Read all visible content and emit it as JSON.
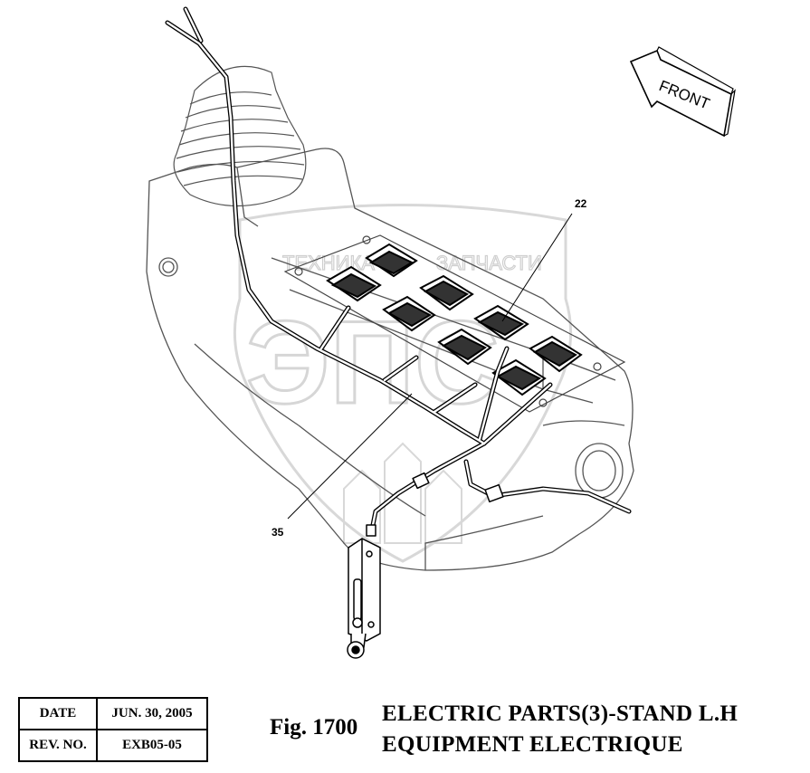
{
  "watermark": {
    "top_text": "ТЕХНИКА",
    "top_text_2": "ЗАПЧАСТИ",
    "logo_text": "ЭПС"
  },
  "direction": {
    "label": "FRONT"
  },
  "callouts": [
    {
      "number": "22"
    },
    {
      "number": "35"
    }
  ],
  "info_table": {
    "date_label": "DATE",
    "date_value": "JUN. 30, 2005",
    "rev_label": "REV. NO.",
    "rev_value": "EXB05-05"
  },
  "figure": {
    "number": "Fig. 1700",
    "title_line1": "ELECTRIC PARTS(3)-STAND L.H",
    "title_line2": "EQUIPMENT ELECTRIQUE"
  }
}
